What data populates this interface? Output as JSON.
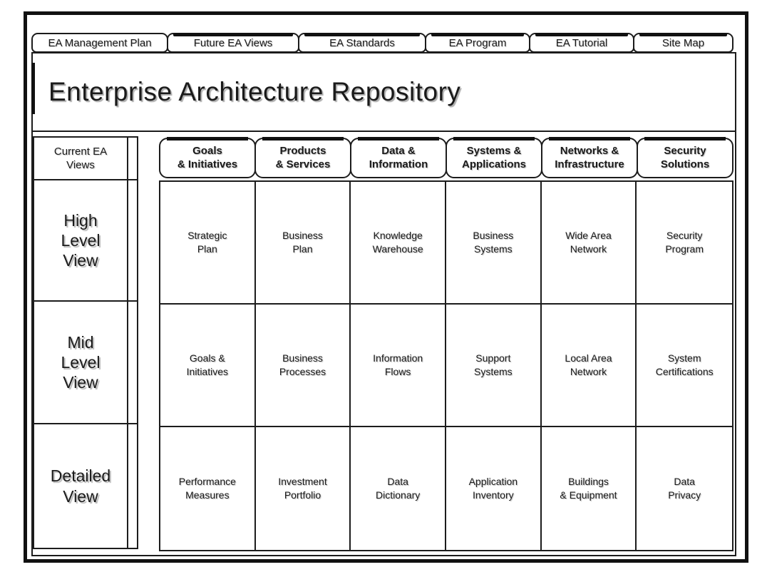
{
  "nav_tabs": [
    {
      "label": "EA Management Plan"
    },
    {
      "label": "Future EA Views"
    },
    {
      "label": "EA Standards"
    },
    {
      "label": "EA Program"
    },
    {
      "label": "EA Tutorial"
    },
    {
      "label": "Site Map"
    }
  ],
  "title": "Enterprise Architecture Repository",
  "left_panel": {
    "header": "Current EA\nViews",
    "rows": [
      {
        "label": "High\nLevel\nView"
      },
      {
        "label": "Mid\nLevel\nView"
      },
      {
        "label": "Detailed\nView"
      }
    ]
  },
  "column_tabs": [
    {
      "label": "Goals\n& Initiatives"
    },
    {
      "label": "Products\n& Services"
    },
    {
      "label": "Data &\nInformation"
    },
    {
      "label": "Systems &\nApplications"
    },
    {
      "label": "Networks &\nInfrastructure"
    },
    {
      "label": "Security\nSolutions"
    }
  ],
  "grid": {
    "rows": [
      {
        "cells": [
          {
            "label": "Strategic\nPlan"
          },
          {
            "label": "Business\nPlan"
          },
          {
            "label": "Knowledge\nWarehouse"
          },
          {
            "label": "Business\nSystems"
          },
          {
            "label": "Wide Area\nNetwork"
          },
          {
            "label": "Security\nProgram"
          }
        ]
      },
      {
        "cells": [
          {
            "label": "Goals &\nInitiatives"
          },
          {
            "label": "Business\nProcesses"
          },
          {
            "label": "Information\nFlows"
          },
          {
            "label": "Support\nSystems"
          },
          {
            "label": "Local Area\nNetwork"
          },
          {
            "label": "System\nCertifications"
          }
        ]
      },
      {
        "cells": [
          {
            "label": "Performance\nMeasures"
          },
          {
            "label": "Investment\nPortfolio"
          },
          {
            "label": "Data\nDictionary"
          },
          {
            "label": "Application\nInventory"
          },
          {
            "label": "Buildings\n& Equipment"
          },
          {
            "label": "Data\nPrivacy"
          }
        ]
      }
    ]
  },
  "colors": {
    "border": "#1c1c1c",
    "background": "#ffffff",
    "text": "#1a1a1a",
    "shadow": "#b5b5b5"
  }
}
